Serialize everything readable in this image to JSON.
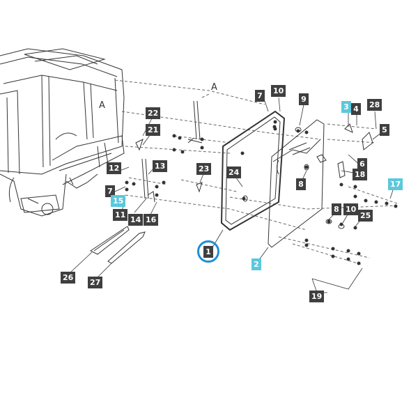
{
  "reference_labels": [
    "A",
    "A"
  ],
  "highlighted_callout": "1",
  "callouts": [
    {
      "id": "c7a",
      "text": "7",
      "style": "dark"
    },
    {
      "id": "c10a",
      "text": "10",
      "style": "dark"
    },
    {
      "id": "c9",
      "text": "9",
      "style": "dark"
    },
    {
      "id": "c3",
      "text": "3",
      "style": "cyan"
    },
    {
      "id": "c4",
      "text": "4",
      "style": "dark"
    },
    {
      "id": "c28",
      "text": "28",
      "style": "dark"
    },
    {
      "id": "c5",
      "text": "5",
      "style": "dark"
    },
    {
      "id": "c22",
      "text": "22",
      "style": "dark"
    },
    {
      "id": "c21",
      "text": "21",
      "style": "dark"
    },
    {
      "id": "c12",
      "text": "12",
      "style": "dark"
    },
    {
      "id": "c13",
      "text": "13",
      "style": "dark"
    },
    {
      "id": "c23",
      "text": "23",
      "style": "dark"
    },
    {
      "id": "c24",
      "text": "24",
      "style": "dark"
    },
    {
      "id": "c6",
      "text": "6",
      "style": "dark"
    },
    {
      "id": "c18",
      "text": "18",
      "style": "dark"
    },
    {
      "id": "c8a",
      "text": "8",
      "style": "dark"
    },
    {
      "id": "c17",
      "text": "17",
      "style": "cyan"
    },
    {
      "id": "c7b",
      "text": "7",
      "style": "dark"
    },
    {
      "id": "c15",
      "text": "15",
      "style": "cyan"
    },
    {
      "id": "c11",
      "text": "11",
      "style": "dark"
    },
    {
      "id": "c14",
      "text": "14",
      "style": "dark"
    },
    {
      "id": "c16",
      "text": "16",
      "style": "dark"
    },
    {
      "id": "c8b",
      "text": "8",
      "style": "dark"
    },
    {
      "id": "c10b",
      "text": "10",
      "style": "dark"
    },
    {
      "id": "c25",
      "text": "25",
      "style": "dark"
    },
    {
      "id": "c2",
      "text": "2",
      "style": "cyan"
    },
    {
      "id": "c26",
      "text": "26",
      "style": "dark"
    },
    {
      "id": "c27",
      "text": "27",
      "style": "dark"
    },
    {
      "id": "c19",
      "text": "19",
      "style": "dark"
    }
  ]
}
